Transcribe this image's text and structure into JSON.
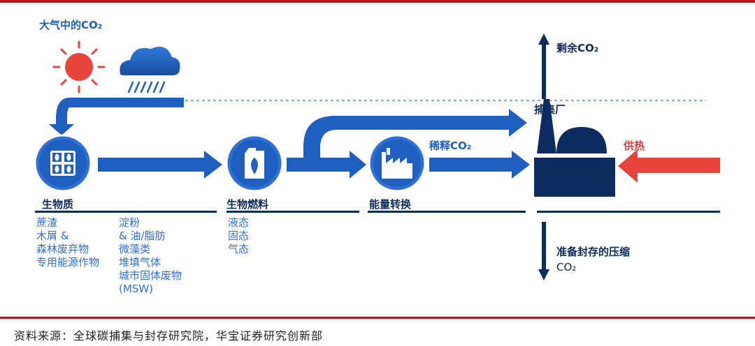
{
  "header": {
    "atmosphere_label": "大气中的CO₂"
  },
  "stages": [
    {
      "id": "biomass",
      "label": "生物质",
      "items": [
        "蔗渣",
        "木屑 &",
        "森林废弃物",
        "专用能源作物"
      ]
    },
    {
      "id": "biomass-extra",
      "items": [
        "淀粉",
        "& 油/脂肪",
        "微藻类",
        "堆填气体",
        "城市固体废物",
        "(MSW)"
      ]
    },
    {
      "id": "biofuel",
      "label": "生物燃料",
      "items": [
        "液态",
        "固态",
        "气态"
      ]
    },
    {
      "id": "energy",
      "label": "能量转换"
    }
  ],
  "flows": {
    "diluted": "稀释CO₂",
    "capture_plant": "捕集厂",
    "heat_supply": "供热",
    "residual": "剩余CO₂",
    "storage_line1": "准备封存的压缩",
    "storage_line2": "CO₂"
  },
  "colors": {
    "primary": "#1f5fbf",
    "navy": "#0c2b5e",
    "heat": "#e8443c",
    "frame": "#c0141b",
    "sun": "#e8443c"
  },
  "icons": [
    "sun-icon",
    "rain-cloud-icon",
    "biomass-icon",
    "fuel-can-icon",
    "factory-icon"
  ],
  "footer": {
    "source": "资料来源：全球碳捕集与封存研究院，华宝证券研究创新部"
  }
}
